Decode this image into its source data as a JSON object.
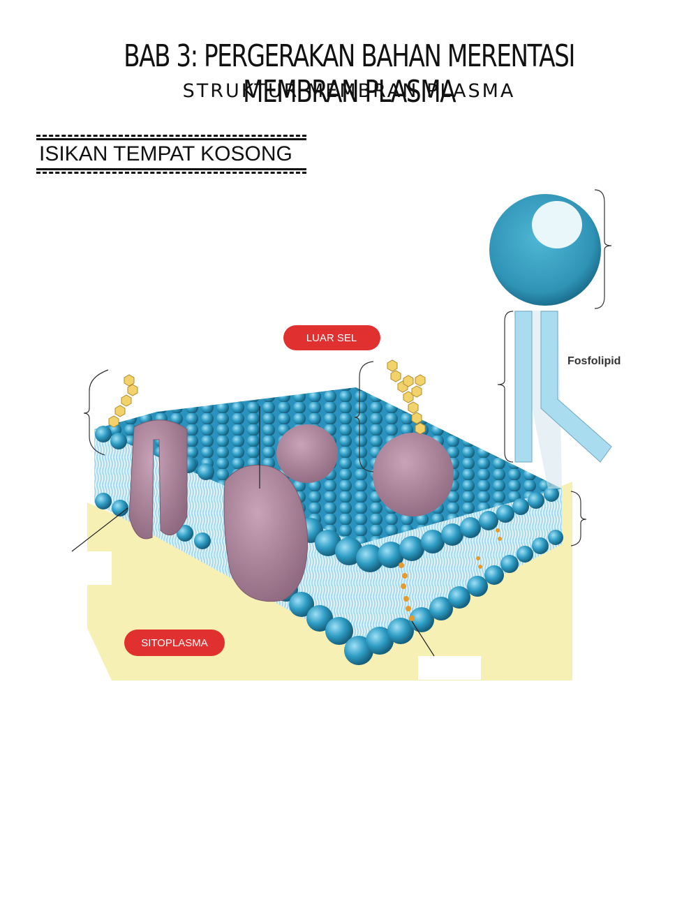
{
  "header": {
    "title": "BAB 3: PERGERAKAN BAHAN MERENTASI MEMBRAN PLASMA",
    "subtitle": "STRUKTUR MEMBRAN PLASMA"
  },
  "instruction": "ISIKAN TEMPAT KOSONG",
  "diagram": {
    "labels": {
      "outside": "LUAR SEL",
      "cytoplasm": "SITOPLASMA",
      "phospholipid": "Fosfolipid"
    },
    "colors": {
      "head": "#2e9cc4",
      "tail_bg": "#9fd3ea",
      "protein": "#b48ca2",
      "cytoplasm": "#f6f0b4",
      "tag": "#e03030",
      "carbohydrate": "#f2d36b"
    }
  }
}
